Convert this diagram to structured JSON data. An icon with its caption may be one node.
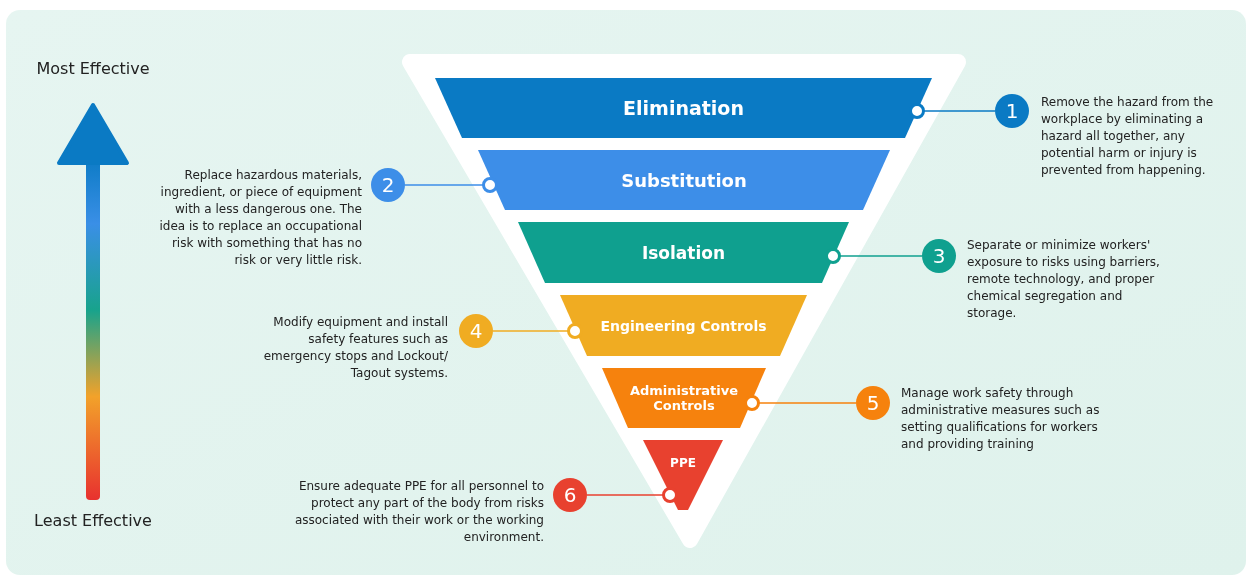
{
  "diagram": {
    "nodes": [
      {
        "text": [
          "Elimination"
        ]
      },
      {
        "text": [
          "Substitution"
        ]
      },
      {
        "text": [
          "Isolation"
        ]
      },
      {
        "text": [
          "Engineering Controls"
        ]
      },
      {
        "text": [
          "Administrative Controls"
        ]
      },
      {
        "text": [
          "PPE"
        ]
      },
      {
        "text": [
          "1"
        ],
        "beside": [
          "Remove the hazard from the workplace by eliminating a hazard all together, any potential harm or injury is prevented from happening."
        ]
      },
      {
        "text": [
          "2"
        ],
        "beside": [
          "Replace hazardous materials, ingredient, or piece of equipment with a less dangerous one. The idea is to replace an occupational risk with something that has no risk or very little risk."
        ]
      },
      {
        "text": [
          "3"
        ],
        "beside": [
          "Separate or minimize workers' exposure to risks using barriers, remote technology, and proper chemical segregation and storage."
        ]
      },
      {
        "text": [
          "4"
        ],
        "beside": [
          "Modify equipment and install safety features such as emergency stops and Lockout/ Tagout systems."
        ]
      },
      {
        "text": [
          "5"
        ],
        "beside": [
          "Manage work safety through administrative measures such as setting qualifications for workers and providing training"
        ]
      },
      {
        "text": [
          "6"
        ],
        "beside": [
          "Ensure adequate PPE for all personnel to protect any part of the body from risks associated with their work or the working environment."
        ]
      }
    ],
    "edges": [
      {
        "from": 6,
        "to": 0,
        "arrow": "other",
        "color": "#0a7ac4"
      },
      {
        "from": 7,
        "to": 1,
        "arrow": "other",
        "color": "#3d8ee8"
      },
      {
        "from": 8,
        "to": 2,
        "arrow": "other",
        "color": "#0fa08f"
      },
      {
        "from": 9,
        "to": 3,
        "arrow": "other",
        "color": "#f0ac22"
      },
      {
        "from": 10,
        "to": 4,
        "arrow": "other",
        "color": "#f6820d"
      },
      {
        "from": 11,
        "to": 5,
        "arrow": "other",
        "color": "#e8412f"
      }
    ],
    "labels": [
      "Most Effective",
      "Least Effective"
    ]
  }
}
